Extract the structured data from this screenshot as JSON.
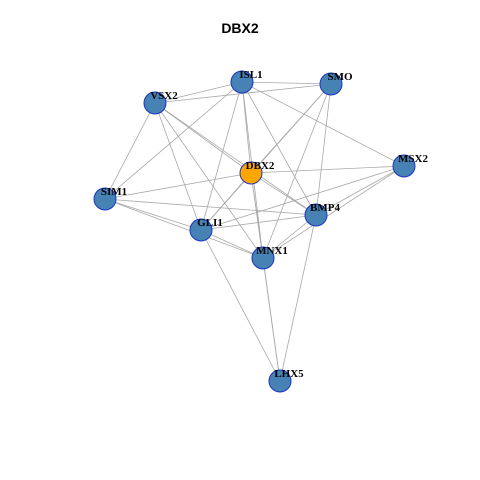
{
  "title": "DBX2",
  "colors": {
    "node_default": "#4682b4",
    "node_focus": "#ffa500",
    "node_border": "#1a33c8",
    "edge": "#a8a8a8"
  },
  "nodes": [
    {
      "id": "ISL1",
      "label": "ISL1",
      "focus": false
    },
    {
      "id": "SMO",
      "label": "SMO",
      "focus": false
    },
    {
      "id": "VSX2",
      "label": "VSX2",
      "focus": false
    },
    {
      "id": "DBX2",
      "label": "DBX2",
      "focus": true
    },
    {
      "id": "MSX2",
      "label": "MSX2",
      "focus": false
    },
    {
      "id": "SIM1",
      "label": "SIM1",
      "focus": false
    },
    {
      "id": "BMP4",
      "label": "BMP4",
      "focus": false
    },
    {
      "id": "GLI1",
      "label": "GLI1",
      "focus": false
    },
    {
      "id": "MNX1",
      "label": "MNX1",
      "focus": false
    },
    {
      "id": "LHX5",
      "label": "LHX5",
      "focus": false
    }
  ],
  "edges": [
    [
      "ISL1",
      "SMO"
    ],
    [
      "ISL1",
      "VSX2"
    ],
    [
      "ISL1",
      "DBX2"
    ],
    [
      "ISL1",
      "MSX2"
    ],
    [
      "ISL1",
      "SIM1"
    ],
    [
      "ISL1",
      "BMP4"
    ],
    [
      "ISL1",
      "GLI1"
    ],
    [
      "ISL1",
      "MNX1"
    ],
    [
      "SMO",
      "VSX2"
    ],
    [
      "SMO",
      "DBX2"
    ],
    [
      "SMO",
      "GLI1"
    ],
    [
      "SMO",
      "MNX1"
    ],
    [
      "SMO",
      "BMP4"
    ],
    [
      "VSX2",
      "DBX2"
    ],
    [
      "VSX2",
      "SIM1"
    ],
    [
      "VSX2",
      "BMP4"
    ],
    [
      "VSX2",
      "GLI1"
    ],
    [
      "VSX2",
      "MNX1"
    ],
    [
      "DBX2",
      "MSX2"
    ],
    [
      "DBX2",
      "SIM1"
    ],
    [
      "DBX2",
      "BMP4"
    ],
    [
      "DBX2",
      "GLI1"
    ],
    [
      "DBX2",
      "MNX1"
    ],
    [
      "DBX2",
      "LHX5"
    ],
    [
      "MSX2",
      "BMP4"
    ],
    [
      "MSX2",
      "GLI1"
    ],
    [
      "MSX2",
      "MNX1"
    ],
    [
      "SIM1",
      "BMP4"
    ],
    [
      "SIM1",
      "GLI1"
    ],
    [
      "SIM1",
      "MNX1"
    ],
    [
      "BMP4",
      "GLI1"
    ],
    [
      "BMP4",
      "MNX1"
    ],
    [
      "BMP4",
      "LHX5"
    ],
    [
      "GLI1",
      "MNX1"
    ],
    [
      "GLI1",
      "LHX5"
    ],
    [
      "MNX1",
      "LHX5"
    ]
  ]
}
